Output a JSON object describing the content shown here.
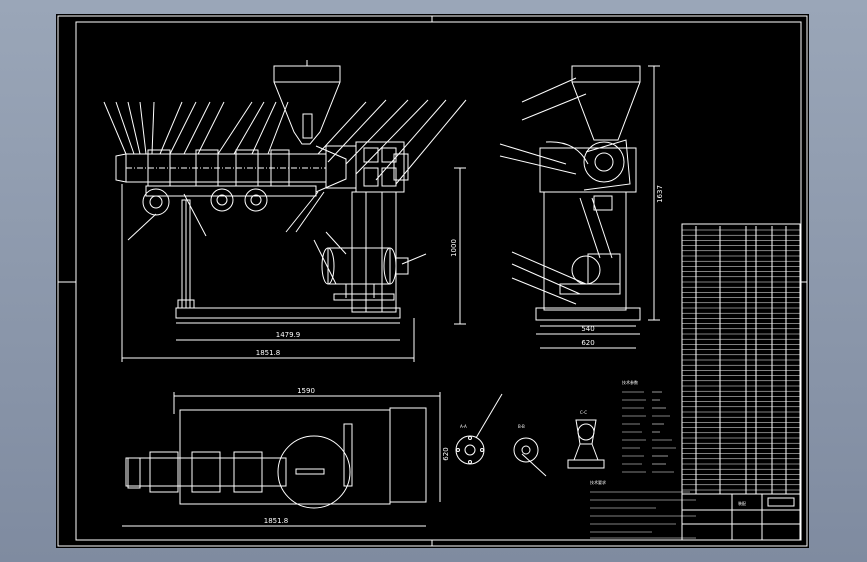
{
  "colors": {
    "background": "#8a96a8",
    "sheet": "#000000",
    "lines": "#ffffff"
  },
  "front_view": {
    "dim_base": "1479.9",
    "dim_total": "1851.8",
    "dim_height": "1000"
  },
  "side_view": {
    "dim_height": "1637",
    "dim_inner": "540",
    "dim_outer": "620"
  },
  "top_view": {
    "dim_top": "1590",
    "dim_bottom": "1851.8",
    "dim_side": "620"
  },
  "section_labels": {
    "a": "A-A",
    "b": "B-B",
    "c": "C-C"
  },
  "tech_table": {
    "title": "技术参数"
  },
  "tech_notes": {
    "title": "技术要求"
  },
  "title_block": {
    "drawing_name": "装配"
  }
}
